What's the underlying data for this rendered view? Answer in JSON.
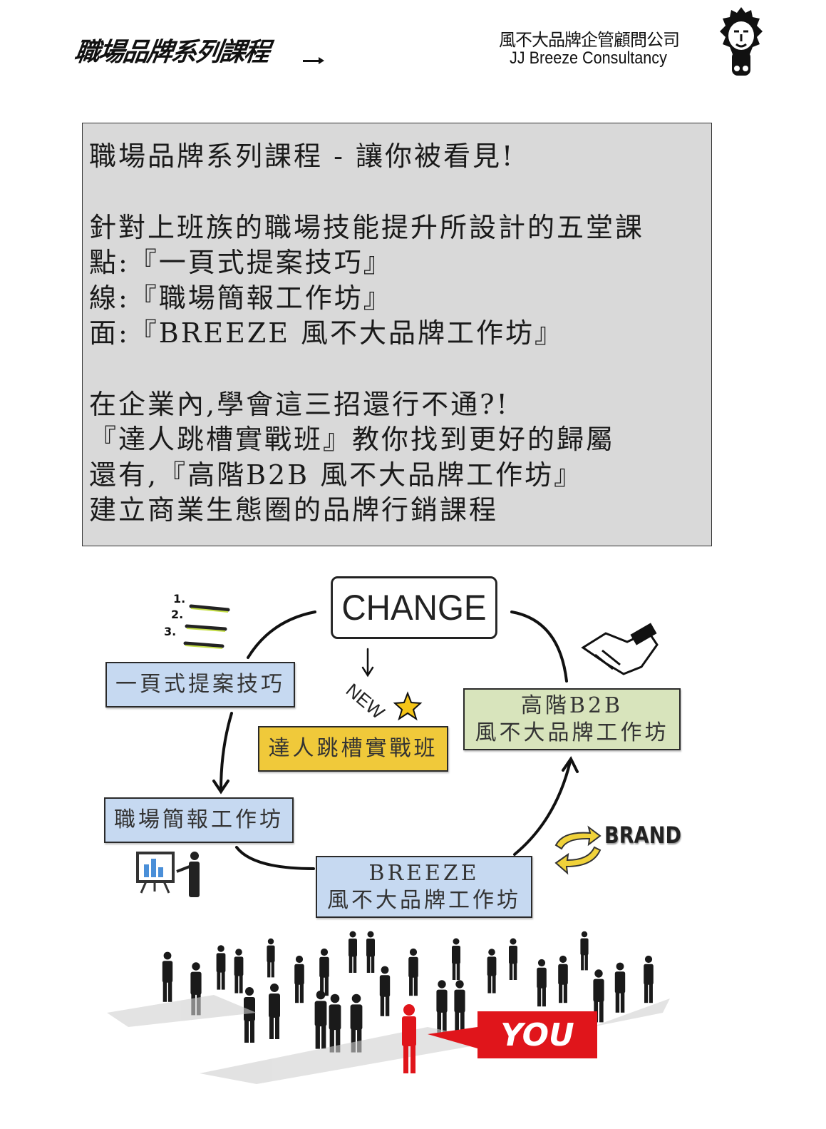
{
  "header": {
    "series_title": "職場品牌系列課程",
    "company_name_cn": "風不大品牌企管顧問公司",
    "company_name_en": "JJ Breeze Consultancy"
  },
  "intro": {
    "lines": [
      "職場品牌系列課程 - 讓你被看見!",
      "針對上班族的職場技能提升所設計的五堂課",
      "點:『一頁式提案技巧』",
      "線:『職場簡報工作坊』",
      "面:『BREEZE 風不大品牌工作坊』",
      "在企業內,學會這三招還行不通?!",
      "『達人跳槽實戰班』教你找到更好的歸屬",
      "還有,『高階B2B 風不大品牌工作坊』",
      "建立商業生態圈的品牌行銷課程"
    ]
  },
  "diagram": {
    "center_label": "CHANGE",
    "new_label": "NEW",
    "brand_label": "BRAND",
    "courses": {
      "one_page": "一頁式提案技巧",
      "presentation": "職場簡報工作坊",
      "breeze_line1": "BREEZE",
      "breeze_line2": "風不大品牌工作坊",
      "b2b_line1": "高階B2B",
      "b2b_line2": "風不大品牌工作坊",
      "job_hop": "達人跳槽實戰班"
    },
    "list_numbers": [
      "1.",
      "2.",
      "3."
    ],
    "you_label": "YOU",
    "colors": {
      "blue": "#c6d9f1",
      "yellow": "#f0c93a",
      "green": "#d8e4bc",
      "red": "#e0151b"
    }
  }
}
